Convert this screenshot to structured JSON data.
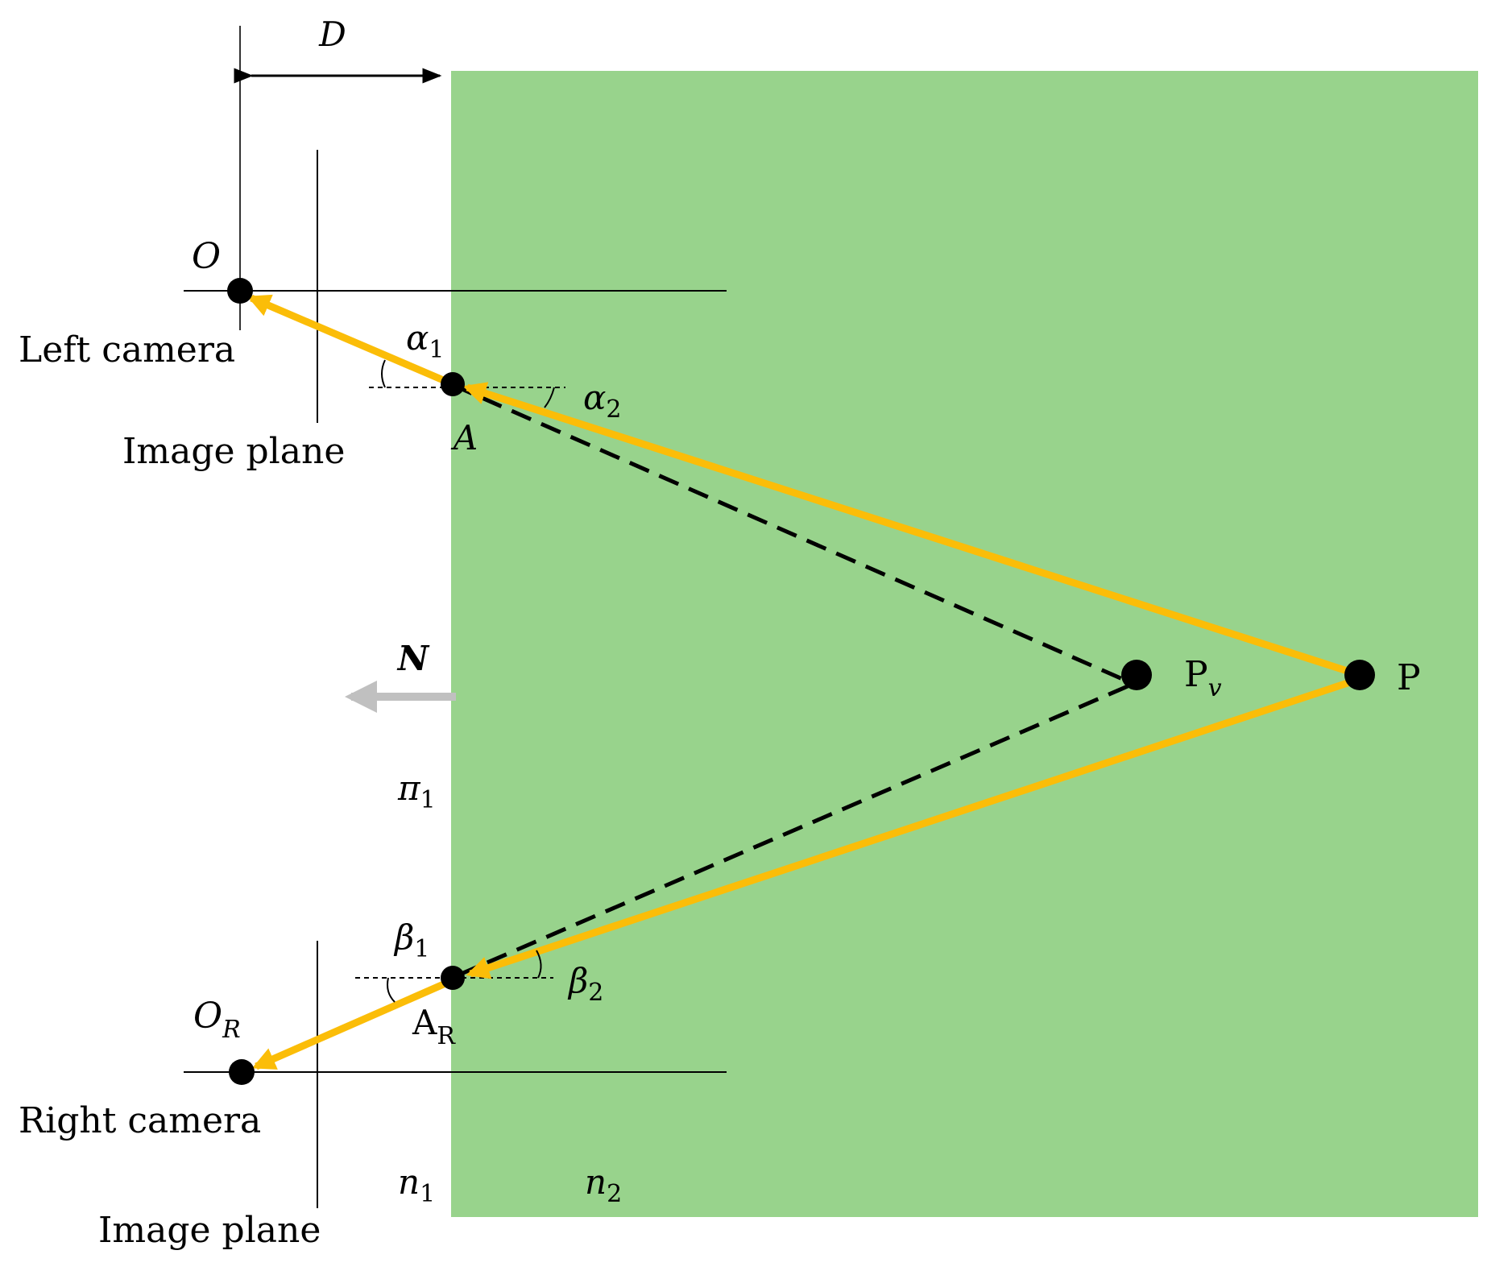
{
  "labels": {
    "D": "D",
    "O": "O",
    "O_R_main": "O",
    "O_R_sub": "R",
    "left_camera": "Left camera",
    "right_camera": "Right camera",
    "image_plane_top": "Image plane",
    "image_plane_bottom": "Image plane",
    "alpha1_main": "α",
    "alpha1_sub": "1",
    "alpha2_main": "α",
    "alpha2_sub": "2",
    "beta1_main": "β",
    "beta1_sub": "1",
    "beta2_main": "β",
    "beta2_sub": "2",
    "A": "A",
    "A_R_main": "A",
    "A_R_sub": "R",
    "N": "N",
    "pi1_main": "π",
    "pi1_sub": "1",
    "Pv_main": "P",
    "Pv_sub": "v",
    "P": "P",
    "n1_main": "n",
    "n1_sub": "1",
    "n2_main": "n",
    "n2_sub": "2"
  },
  "colors": {
    "medium": "#98d38c",
    "ray": "#fbbd08",
    "normal_arrow": "#c0c0c0",
    "line": "#000000"
  }
}
